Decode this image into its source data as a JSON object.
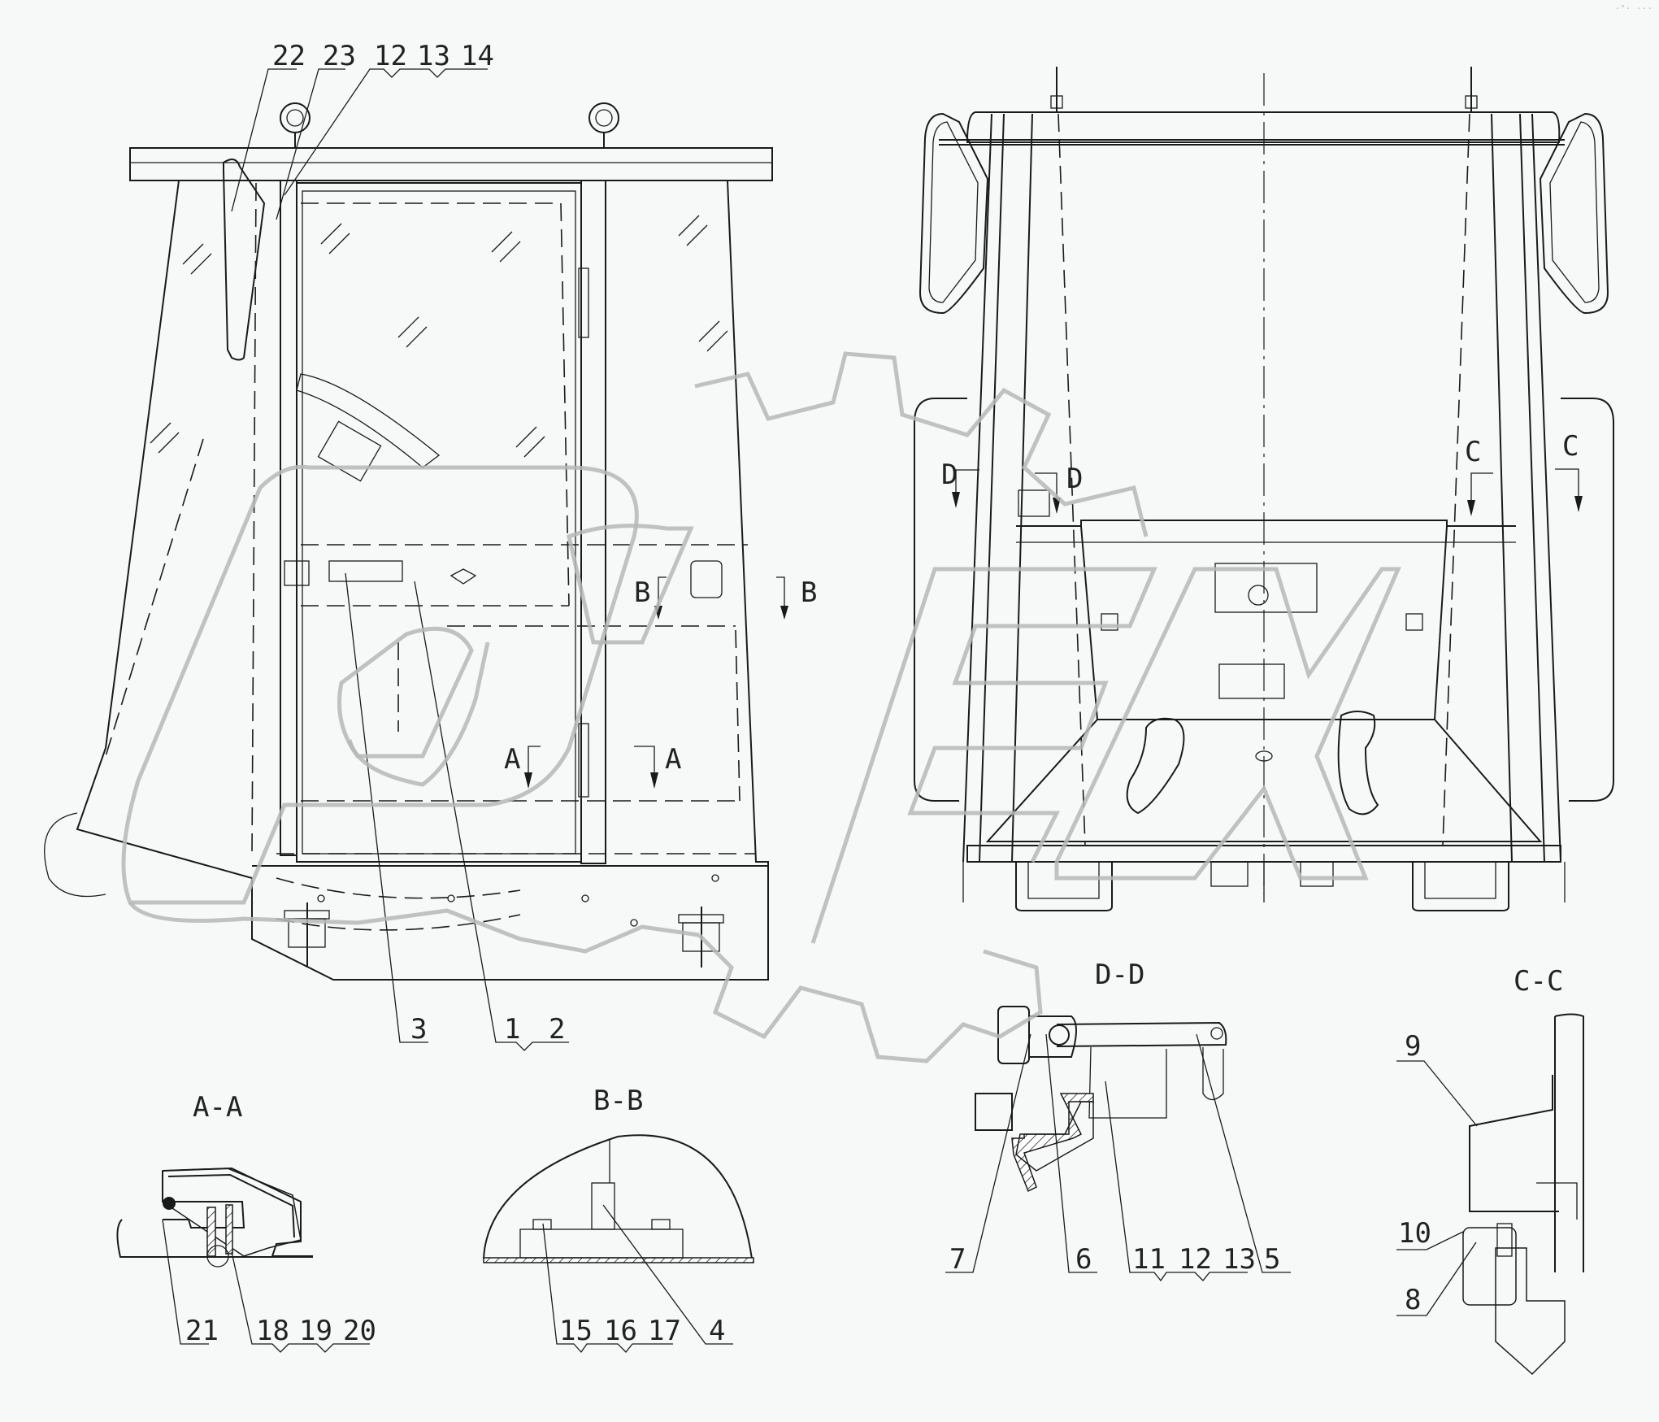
{
  "drawing": {
    "type": "Cab assembly technical drawing",
    "views": [
      "side-view",
      "front-view",
      "section-A-A",
      "section-B-B",
      "section-C-C",
      "section-D-D"
    ],
    "watermark": "OPEX",
    "corner_mark": "·°· ···"
  },
  "sections": {
    "a": "A-A",
    "b": "B-B",
    "c": "C-C",
    "d": "D-D"
  },
  "cut_marks": {
    "a": "A",
    "b": "B",
    "c": "C",
    "d": "D"
  },
  "callouts": {
    "side_top": [
      "22",
      "23",
      "12",
      "13",
      "14"
    ],
    "side_bottom": [
      "3",
      "1",
      "2"
    ],
    "aa": [
      "21",
      "18",
      "19",
      "20"
    ],
    "bb": [
      "15",
      "16",
      "17",
      "4"
    ],
    "dd": [
      "7",
      "6",
      "11",
      "12",
      "13",
      "5"
    ],
    "cc": [
      "9",
      "10",
      "8"
    ]
  },
  "colors": {
    "line": "#1a1a1a",
    "background": "#f7f8f8",
    "watermark": "#b5b8b8"
  }
}
